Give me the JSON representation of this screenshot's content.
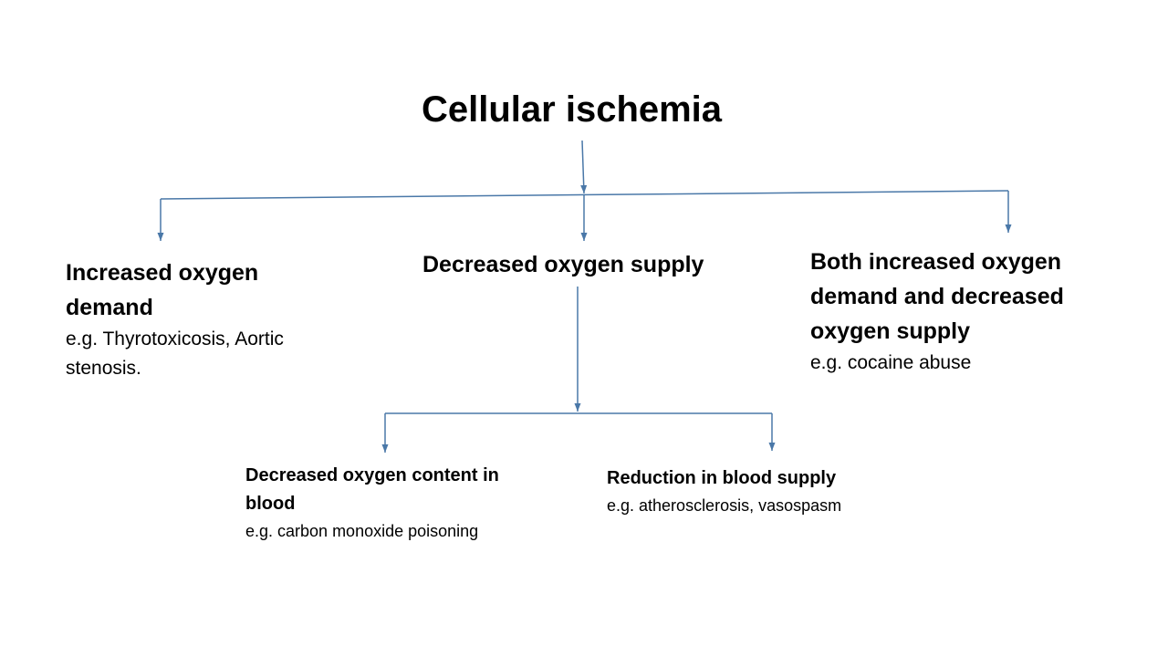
{
  "diagram": {
    "root": {
      "label": "Cellular ischemia"
    },
    "branches": [
      {
        "id": "increased-demand",
        "label": "Increased oxygen demand",
        "example": "e.g. Thyrotoxicosis, Aortic stenosis."
      },
      {
        "id": "decreased-supply",
        "label": "Decreased oxygen supply",
        "example": ""
      },
      {
        "id": "both",
        "label": "Both increased oxygen demand and decreased oxygen supply",
        "example": "e.g. cocaine abuse"
      }
    ],
    "sub_branches": [
      {
        "parent": "decreased-supply",
        "label": "Decreased oxygen content in blood",
        "example": "e.g. carbon monoxide poisoning"
      },
      {
        "parent": "decreased-supply",
        "label": "Reduction in blood supply",
        "example": "e.g. atherosclerosis, vasospasm"
      }
    ],
    "colors": {
      "connector": "#4a78a8",
      "text": "#000000",
      "background": "#ffffff"
    }
  }
}
